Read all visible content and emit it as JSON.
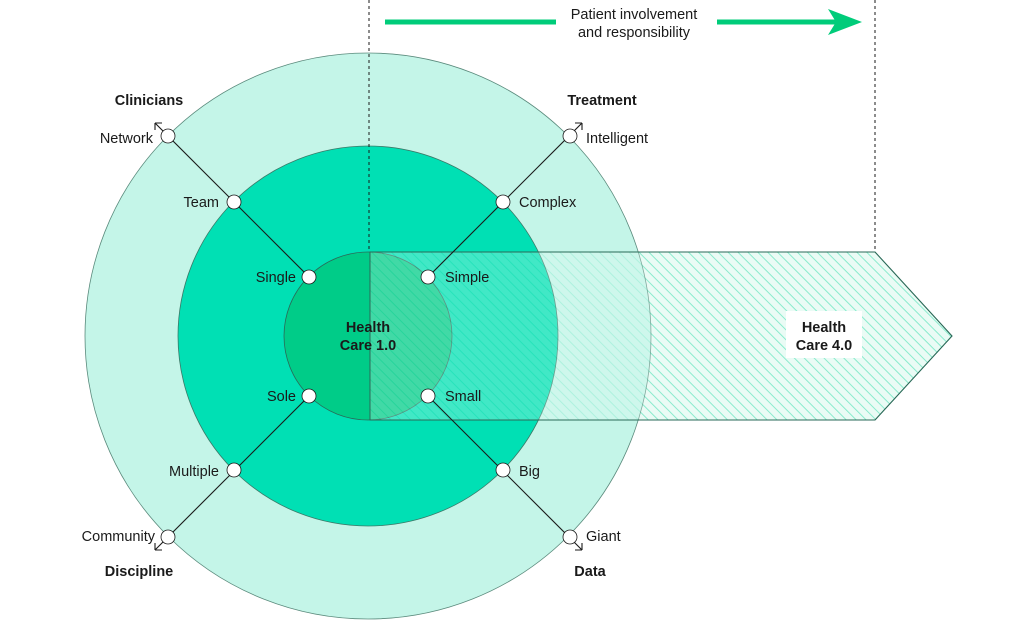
{
  "banner": {
    "line1": "Patient involvement",
    "line2": "and responsibility"
  },
  "center": {
    "line1": "Health",
    "line2": "Care 1.0"
  },
  "target": {
    "line1": "Health",
    "line2": "Care 4.0"
  },
  "categories": {
    "top_left": "Clinicians",
    "top_right": "Treatment",
    "bottom_left": "Discipline",
    "bottom_right": "Data"
  },
  "nodes": {
    "top_left": [
      "Single",
      "Team",
      "Network"
    ],
    "top_right": [
      "Simple",
      "Complex",
      "Intelligent"
    ],
    "bottom_left": [
      "Sole",
      "Multiple",
      "Community"
    ],
    "bottom_right": [
      "Small",
      "Big",
      "Giant"
    ]
  },
  "colors": {
    "outer_ring": "#bff4e6",
    "middle_ring": "#00e0b4",
    "inner_circle": "#00cc88",
    "arrow_green": "#00cc7a",
    "hatch": "#7fe8c9",
    "line": "#1a1a1a"
  }
}
